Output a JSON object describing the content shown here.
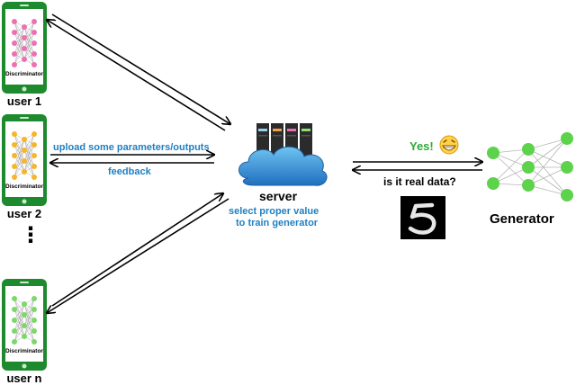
{
  "users": [
    {
      "label": "user 1",
      "model_label": "Discriminator",
      "node_color": "#f06fb4"
    },
    {
      "label": "user 2",
      "model_label": "Discriminator",
      "node_color": "#f7b52b"
    },
    {
      "label": "user n",
      "model_label": "Discriminator",
      "node_color": "#7cd86b"
    }
  ],
  "ellipsis": "⋮",
  "server": {
    "label": "server",
    "action_line1": "select proper value",
    "action_line2": "to train generator",
    "icon": "server-rack-cloud-icon"
  },
  "edges": {
    "upload_label": "upload some parameters/outputs",
    "feedback_label": "feedback",
    "yes_label": "Yes!",
    "question_label": "is it real data?"
  },
  "generator": {
    "label": "Generator",
    "node_color": "#5dd24b"
  },
  "sample": {
    "glyph": "5",
    "icon": "mnist-digit-icon"
  },
  "emoji": {
    "icon": "grinning-face-icon"
  },
  "colors": {
    "phone_green": "#1e8a2e",
    "label_blue": "#1f7fc2",
    "yes_green": "#2ea836",
    "arrow": "#000000"
  }
}
